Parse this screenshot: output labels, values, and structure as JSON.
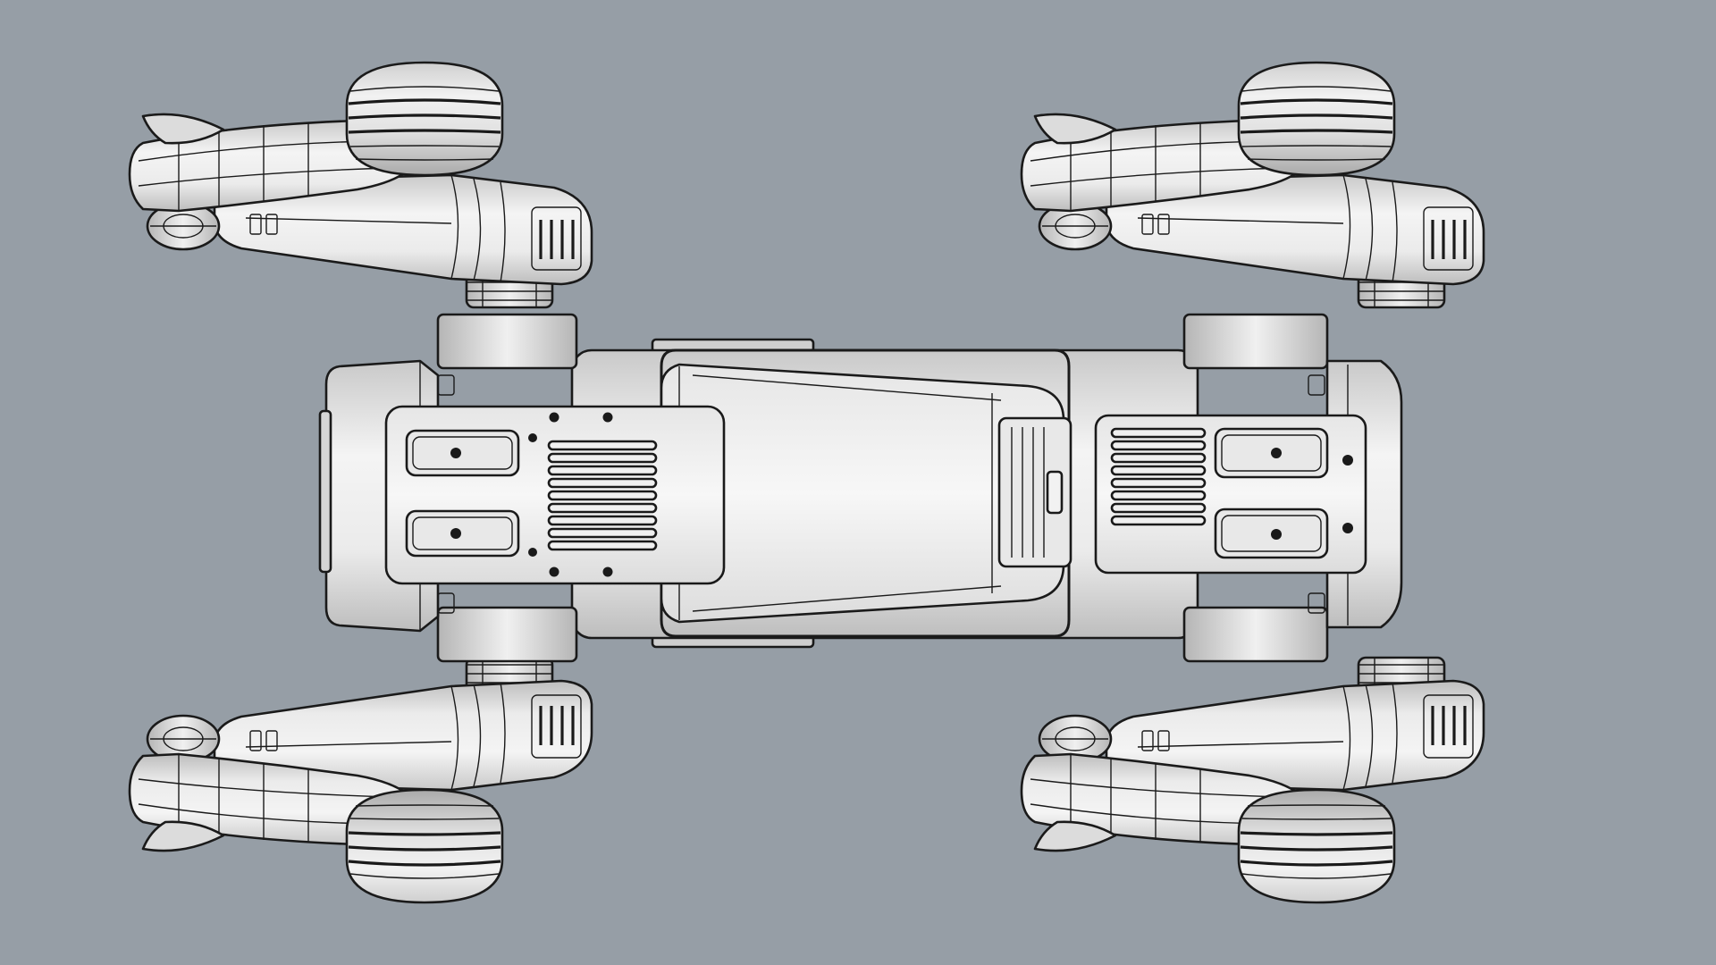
{
  "viewport": {
    "background": "#969ea6",
    "shade_light": "#f2f2f2",
    "shade_mid": "#dedede",
    "shade_dark": "#bdbdbd",
    "edge": "#1a1a1a"
  },
  "model": {
    "legs": [
      "front-left",
      "front-right",
      "rear-left",
      "rear-right"
    ]
  }
}
